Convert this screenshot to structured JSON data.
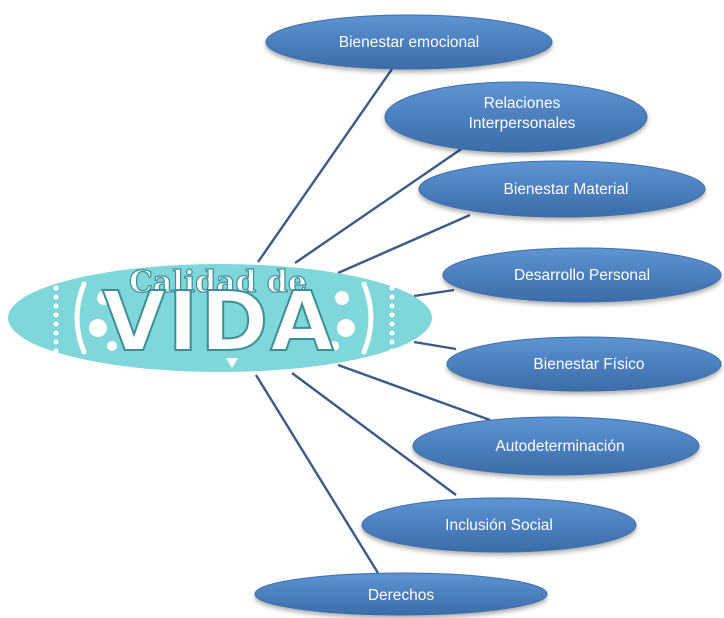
{
  "center": {
    "line1": "Calidad de",
    "line2": "VIDA"
  },
  "nodes": [
    {
      "lines": [
        "Bienestar emocional"
      ]
    },
    {
      "lines": [
        "Relaciones",
        "Interpersonales"
      ]
    },
    {
      "lines": [
        "Bienestar Material"
      ]
    },
    {
      "lines": [
        "Desarrollo Personal"
      ]
    },
    {
      "lines": [
        "Bienestar Físico"
      ]
    },
    {
      "lines": [
        "Autodeterminación"
      ]
    },
    {
      "lines": [
        "Inclusión Social"
      ]
    },
    {
      "lines": [
        "Derechos"
      ]
    }
  ],
  "colors": {
    "node_fill": "#4f81bd",
    "center_fill": "#7fd7da",
    "connector": "#3b5a86",
    "node_text": "#ffffff"
  }
}
